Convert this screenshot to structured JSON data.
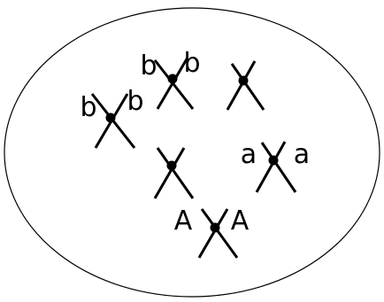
{
  "chromosomes": [
    {
      "id": "b-left",
      "label_left": "b",
      "label_right": "b"
    },
    {
      "id": "b-top",
      "label_left": "b",
      "label_right": "b"
    },
    {
      "id": "plain-top-right",
      "label_left": "",
      "label_right": ""
    },
    {
      "id": "plain-center",
      "label_left": "",
      "label_right": ""
    },
    {
      "id": "a-right",
      "label_left": "a",
      "label_right": "a"
    },
    {
      "id": "A-bottom",
      "label_left": "A",
      "label_right": "A"
    }
  ]
}
